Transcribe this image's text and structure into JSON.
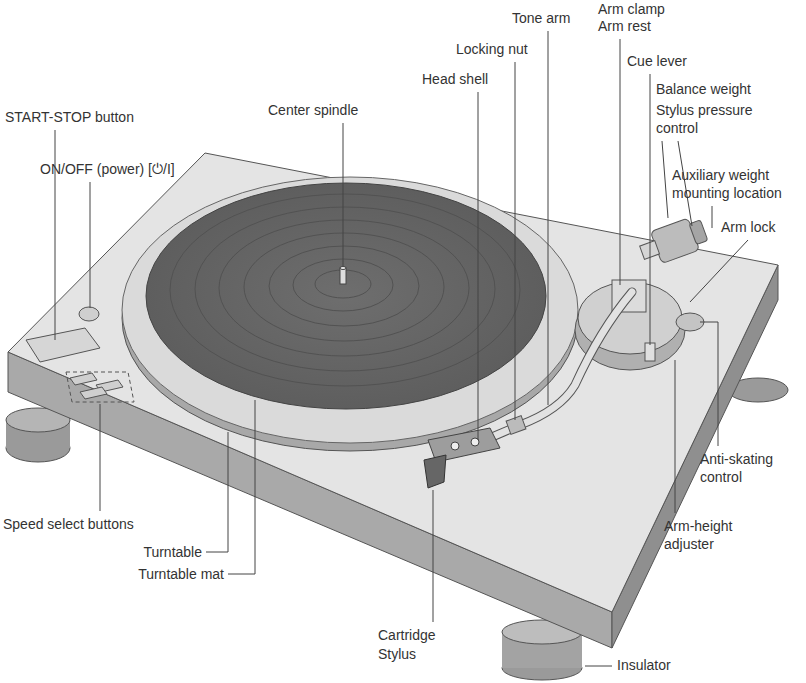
{
  "diagram": {
    "labels": [
      "START-STOP button",
      "ON/OFF (power) [⏻/I]",
      "Center spindle",
      "Head shell",
      "Locking nut",
      "Tone arm",
      "Arm clamp",
      "Arm rest",
      "Cue lever",
      "Balance weight",
      "Stylus pressure control",
      "Auxiliary weight mounting location",
      "Arm lock",
      "Anti-skating control",
      "Arm-height adjuster",
      "Speed select buttons",
      "Turntable",
      "Turntable mat",
      "Cartridge",
      "Stylus",
      "Insulator"
    ]
  }
}
